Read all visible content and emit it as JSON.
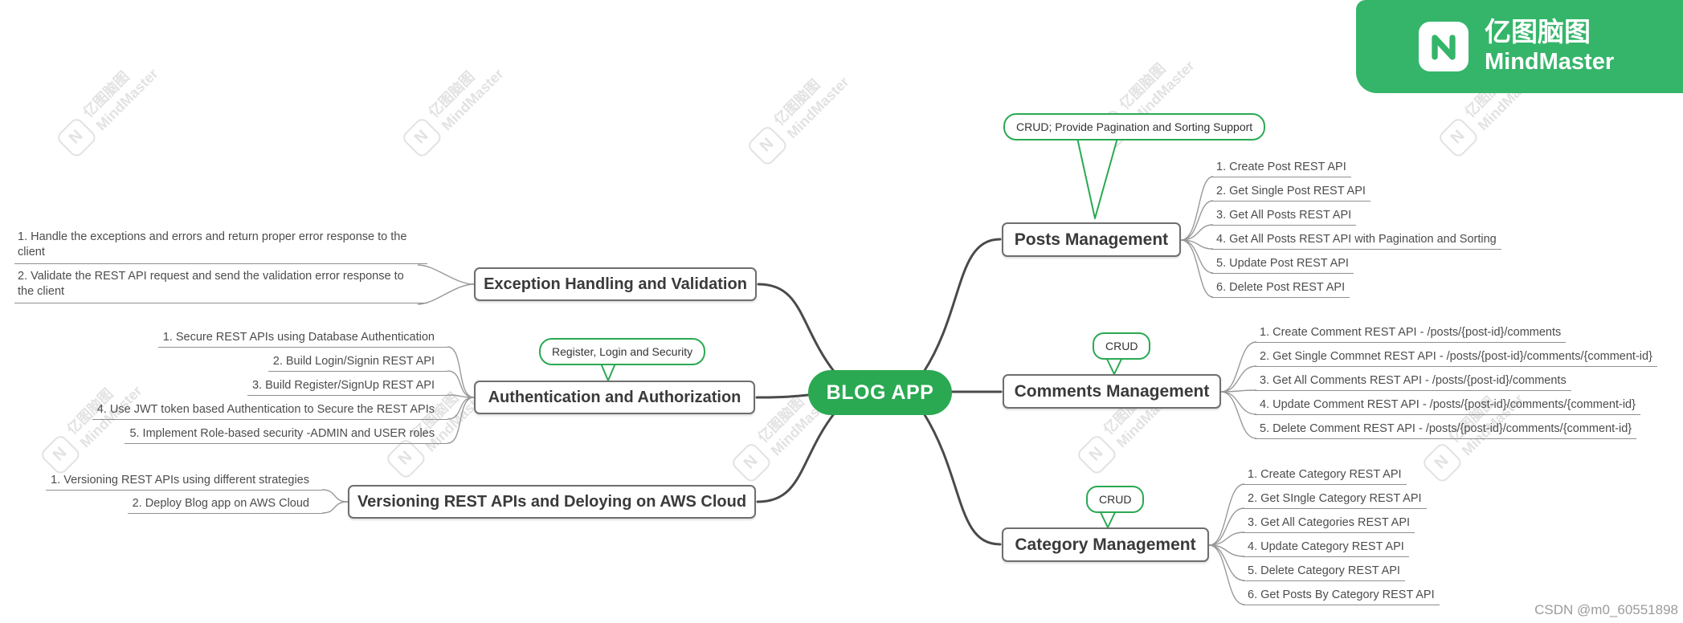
{
  "app": {
    "brand_cn": "亿图脑图",
    "brand_en": "MindMaster",
    "watermark_cn": "亿图脑图",
    "watermark_en": "MindMaster",
    "watermark_glyph": "N",
    "logo_glyph": "N",
    "credit": "CSDN @m0_60551898",
    "accent_green": "#2aa952",
    "brand_green": "#35b56a"
  },
  "root": {
    "label": "BLOG APP"
  },
  "right_branches": [
    {
      "label": "Posts Management",
      "callout": "CRUD; Provide Pagination and Sorting Support",
      "children": [
        "1. Create Post REST API",
        "2. Get Single Post REST API",
        "3. Get All Posts REST API",
        "4. Get All Posts REST API with Pagination and Sorting",
        "5. Update Post REST API",
        "6. Delete Post REST API"
      ]
    },
    {
      "label": "Comments Management",
      "callout": "CRUD",
      "children": [
        "1. Create Comment REST API - /posts/{post-id}/comments",
        "2. Get Single Commnet REST API - /posts/{post-id}/comments/{comment-id}",
        "3. Get All Comments REST API - /posts/{post-id}/comments",
        "4. Update Comment REST API - /posts/{post-id}/comments/{comment-id}",
        "5. Delete Comment REST API - /posts/{post-id}/comments/{comment-id}"
      ]
    },
    {
      "label": "Category Management",
      "callout": "CRUD",
      "children": [
        "1. Create Category REST API",
        "2. Get SIngle Category REST API",
        "3. Get All Categories REST API",
        "4. Update Category REST API",
        "5. Delete Category REST API",
        "6. Get Posts By Category REST API"
      ]
    }
  ],
  "left_branches": [
    {
      "label": "Exception Handling and Validation",
      "children": [
        "1. Handle the exceptions and errors and return proper error response to the client",
        "2. Validate the REST API request and send the validation error response to the client"
      ]
    },
    {
      "label": "Authentication and Authorization",
      "callout": "Register, Login and Security",
      "children": [
        "1. Secure REST APIs using Database Authentication",
        "2. Build Login/Signin REST API",
        "3. Build Register/SignUp REST API",
        "4. Use JWT token based Authentication to Secure the REST APIs",
        "5. Implement Role-based security -ADMIN and USER roles"
      ]
    },
    {
      "label": "Versioning REST APIs and Deloying on AWS Cloud",
      "children": [
        "1. Versioning REST APIs using different strategies",
        "2. Deploy Blog app on AWS Cloud"
      ]
    }
  ]
}
